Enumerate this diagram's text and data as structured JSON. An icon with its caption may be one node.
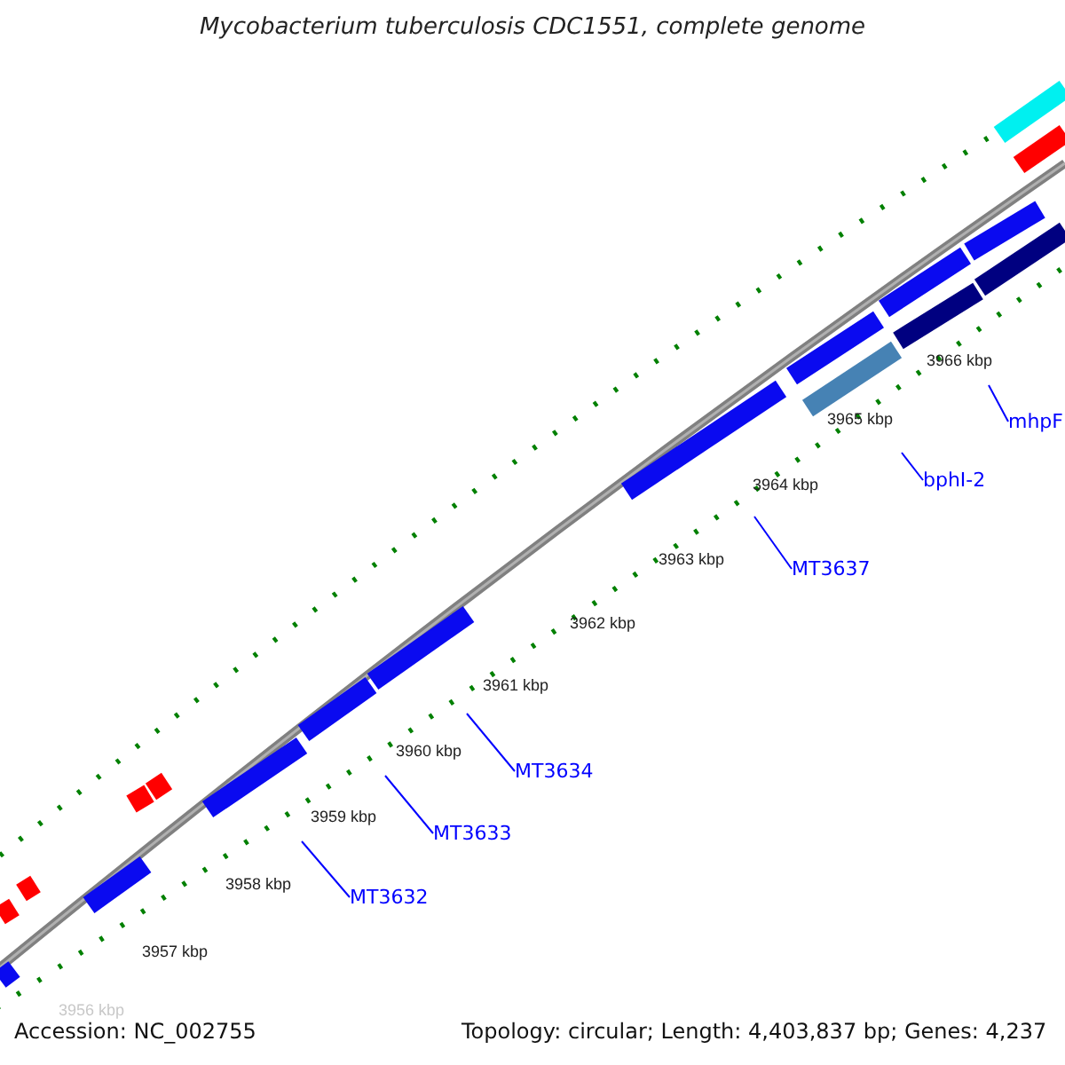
{
  "diagram": {
    "title": "Mycobacterium tuberculosis CDC1551, complete genome",
    "nodes": [
      {
        "text": [
          "MT3632"
        ]
      },
      {
        "text": [
          "MT3633"
        ]
      },
      {
        "text": [
          "MT3634"
        ]
      },
      {
        "text": [
          "MT3637"
        ]
      },
      {
        "text": [
          "bphI-2"
        ]
      },
      {
        "text": [
          "mhpF"
        ]
      }
    ],
    "edges": [
      {
        "from": 0,
        "to": null,
        "arrow": "none"
      },
      {
        "from": 1,
        "to": null,
        "arrow": "none"
      },
      {
        "from": 2,
        "to": null,
        "arrow": "none"
      },
      {
        "from": 3,
        "to": null,
        "arrow": "none"
      },
      {
        "from": 4,
        "to": null,
        "arrow": "none"
      },
      {
        "from": 5,
        "to": null,
        "arrow": "none"
      }
    ],
    "labels": [
      "3966 kbp",
      "3965 kbp",
      "3964 kbp",
      "3963 kbp",
      "3962 kbp",
      "3961 kbp",
      "3960 kbp",
      "3959 kbp",
      "3958 kbp",
      "3957 kbp",
      "3956 kbp",
      "Accession: NC_002755",
      "Topology: circular; Length: 4,403,837 bp; Genes: 4,237"
    ]
  }
}
